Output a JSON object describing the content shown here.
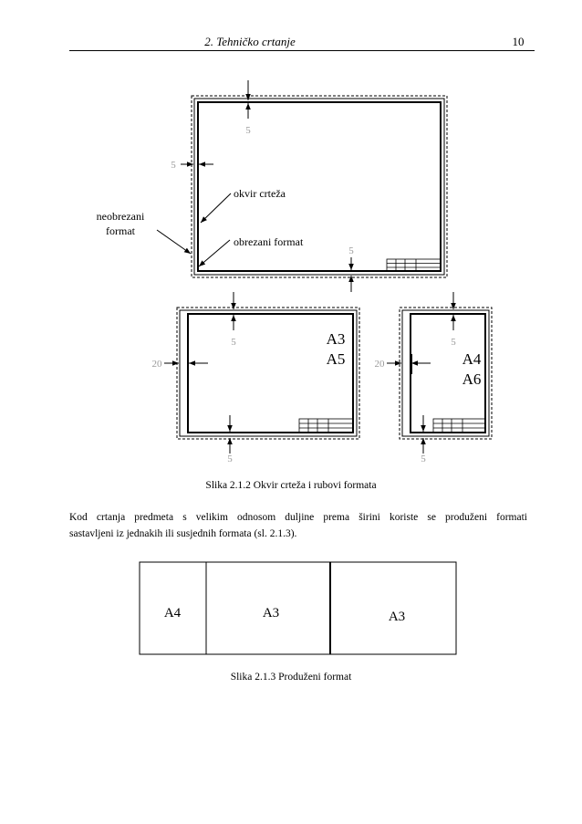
{
  "header": {
    "title": "2. Tehničko crtanje",
    "page_number": "10"
  },
  "figure1": {
    "labels": {
      "frame": "okvir crteža",
      "trimmed": "obrezani format",
      "untrimmed_line1": "neobrezani",
      "untrimmed_line2": "format"
    },
    "dims": {
      "top": "5",
      "left": "5",
      "bottom": "5",
      "a3_top": "5",
      "a3_left": "20",
      "a3_bottom": "5",
      "a4_top": "5",
      "a4_left": "20",
      "a4_bottom": "5"
    },
    "formats": {
      "a3": "A3",
      "a5": "A5",
      "a4": "A4",
      "a6": "A6"
    },
    "caption": "Slika 2.1.2 Okvir crteža i rubovi formata"
  },
  "paragraph": {
    "line1": "Kod crtanja predmeta s velikim odnosom duljine prema širini koriste se produženi formati",
    "line2": "sastavljeni iz jednakih ili susjednih formata (sl. 2.1.3)."
  },
  "figure2": {
    "cells": [
      "A4",
      "A3",
      "A3"
    ],
    "caption": "Slika 2.1.3 Produženi format"
  }
}
